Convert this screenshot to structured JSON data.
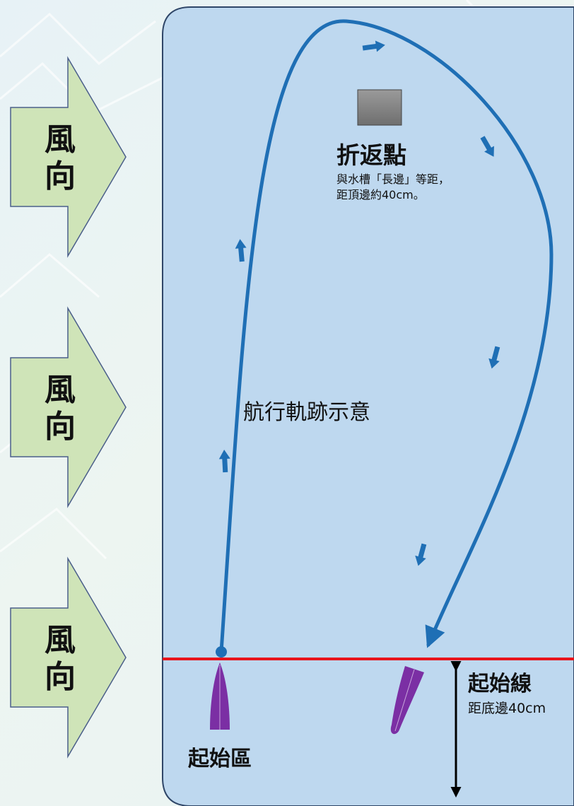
{
  "wind_label": {
    "line1": "風",
    "line2": "向"
  },
  "turn_point": {
    "title": "折返點",
    "desc_line1": "與水槽「長邊」等距，",
    "desc_line2": "距頂邊約40cm。"
  },
  "path_caption": "航行軌跡示意",
  "start_line": {
    "title": "起始線",
    "desc": "距底邊40cm"
  },
  "start_area": "起始區",
  "colors": {
    "pool_fill": "#bed8ef",
    "pool_stroke": "#2f4668",
    "path": "#1f6fb5",
    "start_line": "#e8141b",
    "boat": "#7b2fa4",
    "wind_arrow_fill": "#cfe4b8",
    "wind_arrow_stroke": "#4b5f8a",
    "marker": "#878787"
  },
  "icons": [
    "wind-arrow-icon",
    "direction-arrow-icon",
    "boat-icon",
    "turn-marker-icon",
    "dimension-arrow-icon"
  ]
}
